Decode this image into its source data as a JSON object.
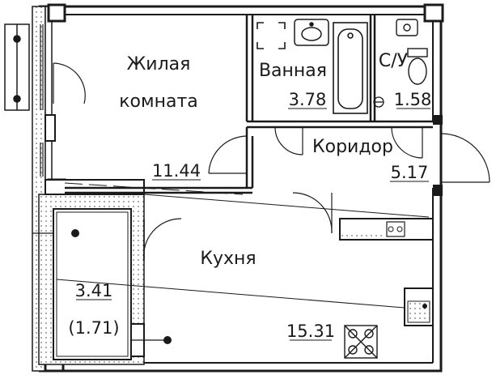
{
  "rooms": {
    "living": {
      "name_line1": "Жилая",
      "name_line2": "комната",
      "area": "11.44"
    },
    "bathroom": {
      "name": "Ванная",
      "area": "3.78"
    },
    "toilet": {
      "name": "С/У",
      "area": "1.58"
    },
    "corridor": {
      "name": "Коридор",
      "area": "5.17"
    },
    "kitchen": {
      "name": "Кухня",
      "area": "15.31"
    },
    "balcony": {
      "area": "3.41",
      "reduced_area": "(1.71)"
    }
  },
  "colors": {
    "wall": "#1a1a1a",
    "hatch": "#6e6e6e",
    "background": "#ffffff"
  }
}
